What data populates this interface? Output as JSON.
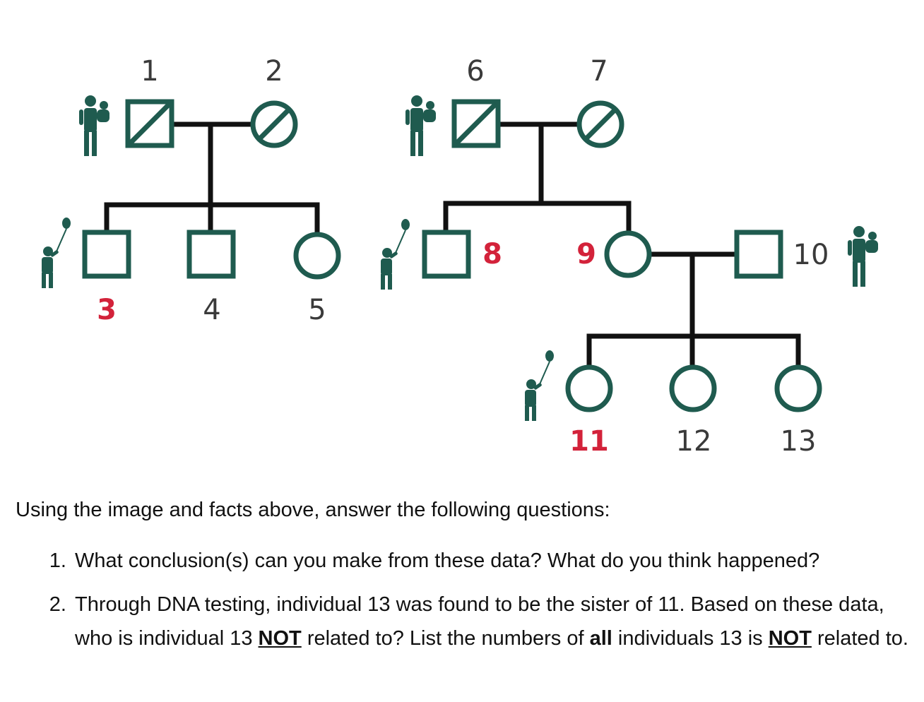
{
  "pedigree": {
    "labels": {
      "n1": "1",
      "n2": "2",
      "n3": "3",
      "n4": "4",
      "n5": "5",
      "n6": "6",
      "n7": "7",
      "n8": "8",
      "n9": "9",
      "n10": "10",
      "n11": "11",
      "n12": "12",
      "n13": "13"
    },
    "highlighted": [
      "3",
      "8",
      "9",
      "11"
    ],
    "colors": {
      "symbol": "#1f5b4f",
      "highlight": "#d3223a",
      "line": "#111111"
    },
    "icons": [
      "parent-with-baby-icon",
      "child-with-balloon-icon"
    ]
  },
  "questions": {
    "intro": "Using the image and facts above, answer the following questions:",
    "q1": "What conclusion(s) can you make from these data? What do you think happened?",
    "q2_part1": "Through DNA testing, individual 13 was found to be the sister of 11. Based on these data, who is individual 13 ",
    "q2_not1": "NOT",
    "q2_part2": " related to? List the numbers of ",
    "q2_all": "all",
    "q2_part3": " individuals 13 is ",
    "q2_not2": "NOT",
    "q2_part4": " related to."
  }
}
